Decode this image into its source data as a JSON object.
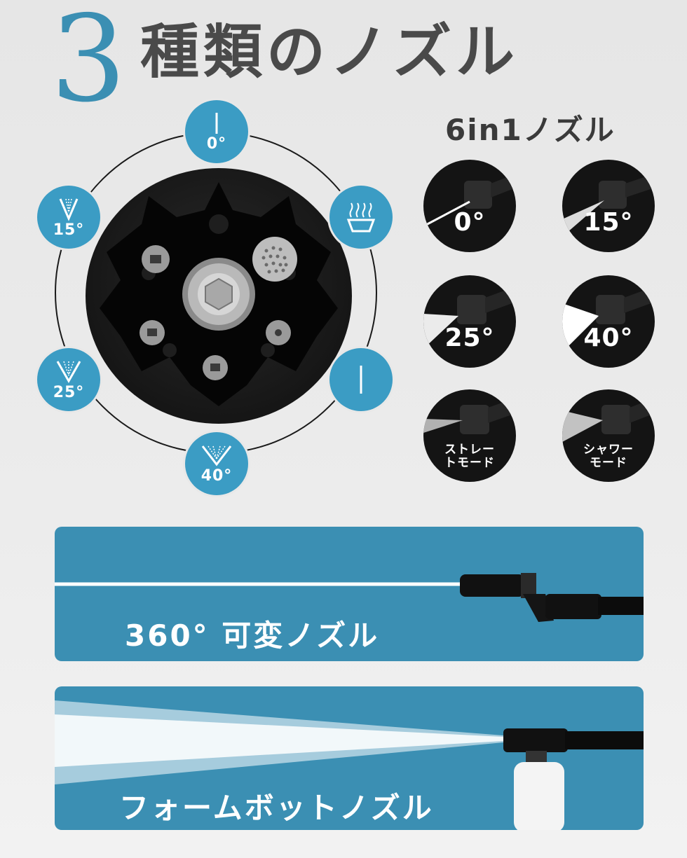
{
  "header": {
    "number": "3",
    "title": "種類のノズル",
    "subtitle": "6in1ノズル"
  },
  "wheel": {
    "badges": [
      {
        "id": "0",
        "label": "0°",
        "icon": "straight-jet-icon"
      },
      {
        "id": "15",
        "label": "15°",
        "icon": "narrow-fan-icon"
      },
      {
        "id": "25",
        "label": "25°",
        "icon": "medium-fan-icon"
      },
      {
        "id": "40",
        "label": "40°",
        "icon": "wide-fan-icon"
      },
      {
        "id": "shower",
        "label": "",
        "icon": "shower-head-icon"
      },
      {
        "id": "straight",
        "label": "",
        "icon": "vertical-line-icon"
      }
    ]
  },
  "modes": [
    {
      "label": "0°"
    },
    {
      "label": "15°"
    },
    {
      "label": "25°"
    },
    {
      "label": "40°"
    },
    {
      "label_line1": "ストレー",
      "label_line2": "トモード"
    },
    {
      "label_line1": "シャワー",
      "label_line2": "モード"
    }
  ],
  "banners": {
    "variable": {
      "label": "360°  可変ノズル"
    },
    "foam": {
      "label": "フォームボットノズル"
    }
  },
  "colors": {
    "accent_blue": "#3b8fb3",
    "badge_blue": "#3b9cc4",
    "title_gray": "#4a4a4a",
    "dark": "#141414"
  }
}
